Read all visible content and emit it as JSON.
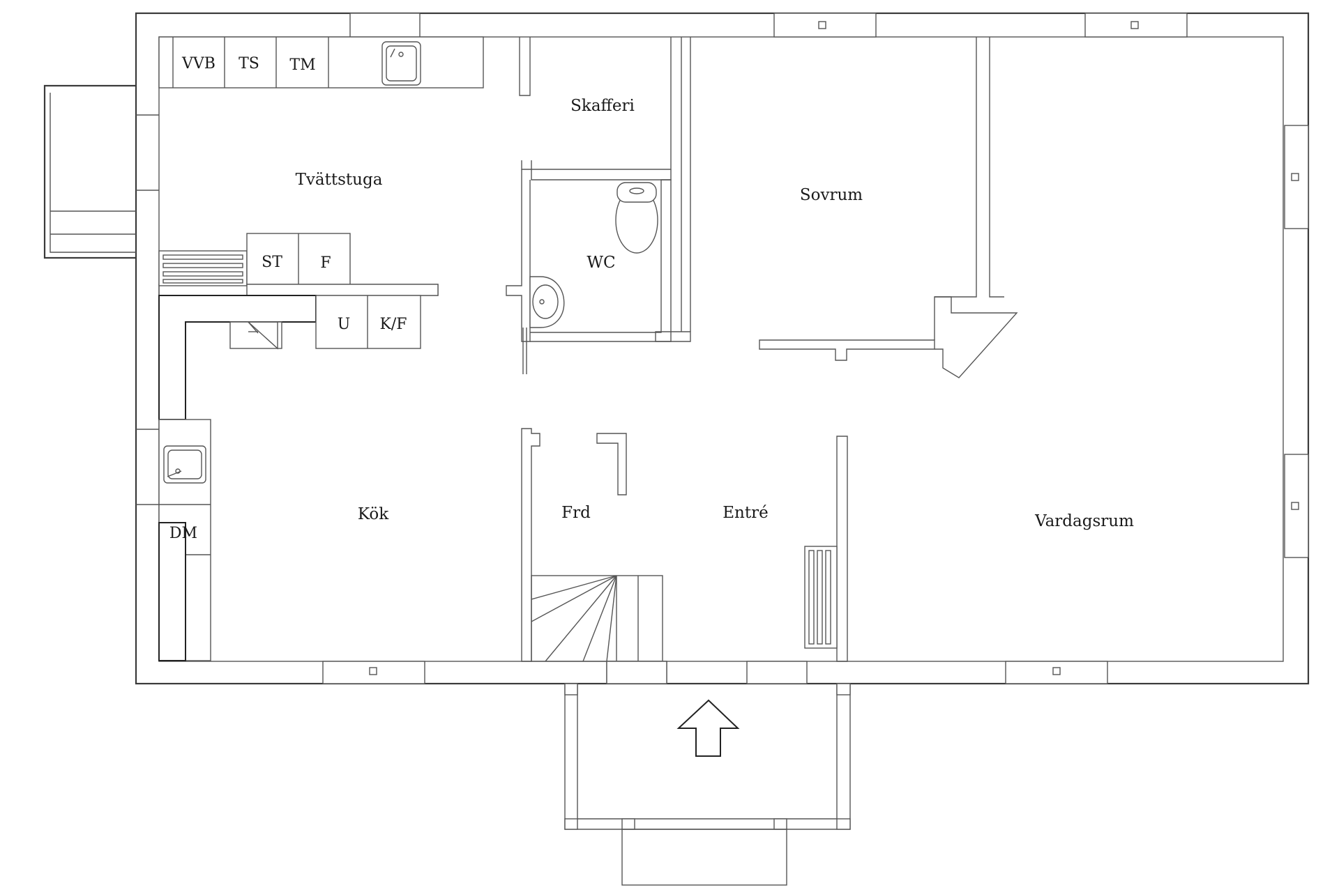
{
  "rooms": {
    "tvattstuga": "Tvättstuga",
    "skafferi": "Skafferi",
    "sovrum": "Sovrum",
    "wc": "WC",
    "kok": "Kök",
    "frd": "Frd",
    "entre": "Entré",
    "vardagsrum": "Vardagsrum"
  },
  "fixtures": {
    "vvb": "VVB",
    "ts": "TS",
    "tm": "TM",
    "st": "ST",
    "f": "F",
    "u": "U",
    "kf": "K/F",
    "dm": "DM"
  },
  "colors": {
    "wall": "#3a3a3a",
    "background": "#ffffff"
  }
}
